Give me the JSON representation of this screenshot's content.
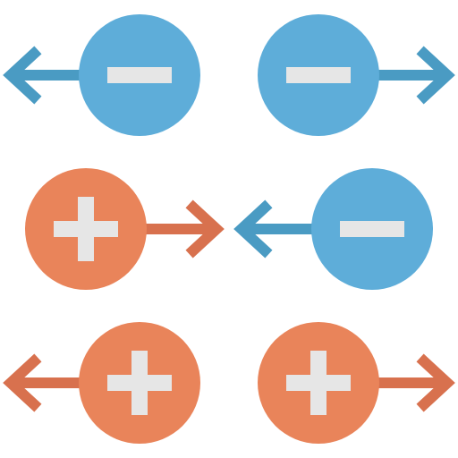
{
  "colors": {
    "background": "#ffffff",
    "negative_fill": "#5EADD9",
    "negative_arrow": "#4A9BC3",
    "positive_fill": "#E9845A",
    "positive_arrow": "#D8714E",
    "sign": "#E6E6E6"
  },
  "rows": [
    {
      "charges": [
        {
          "sign": "negative",
          "icon": "minus-icon",
          "arrow": "left"
        },
        {
          "sign": "negative",
          "icon": "minus-icon",
          "arrow": "right"
        }
      ],
      "interaction": "repel"
    },
    {
      "charges": [
        {
          "sign": "positive",
          "icon": "plus-icon",
          "arrow": "right"
        },
        {
          "sign": "negative",
          "icon": "minus-icon",
          "arrow": "left"
        }
      ],
      "interaction": "attract"
    },
    {
      "charges": [
        {
          "sign": "positive",
          "icon": "plus-icon",
          "arrow": "left"
        },
        {
          "sign": "positive",
          "icon": "plus-icon",
          "arrow": "right"
        }
      ],
      "interaction": "repel"
    }
  ]
}
